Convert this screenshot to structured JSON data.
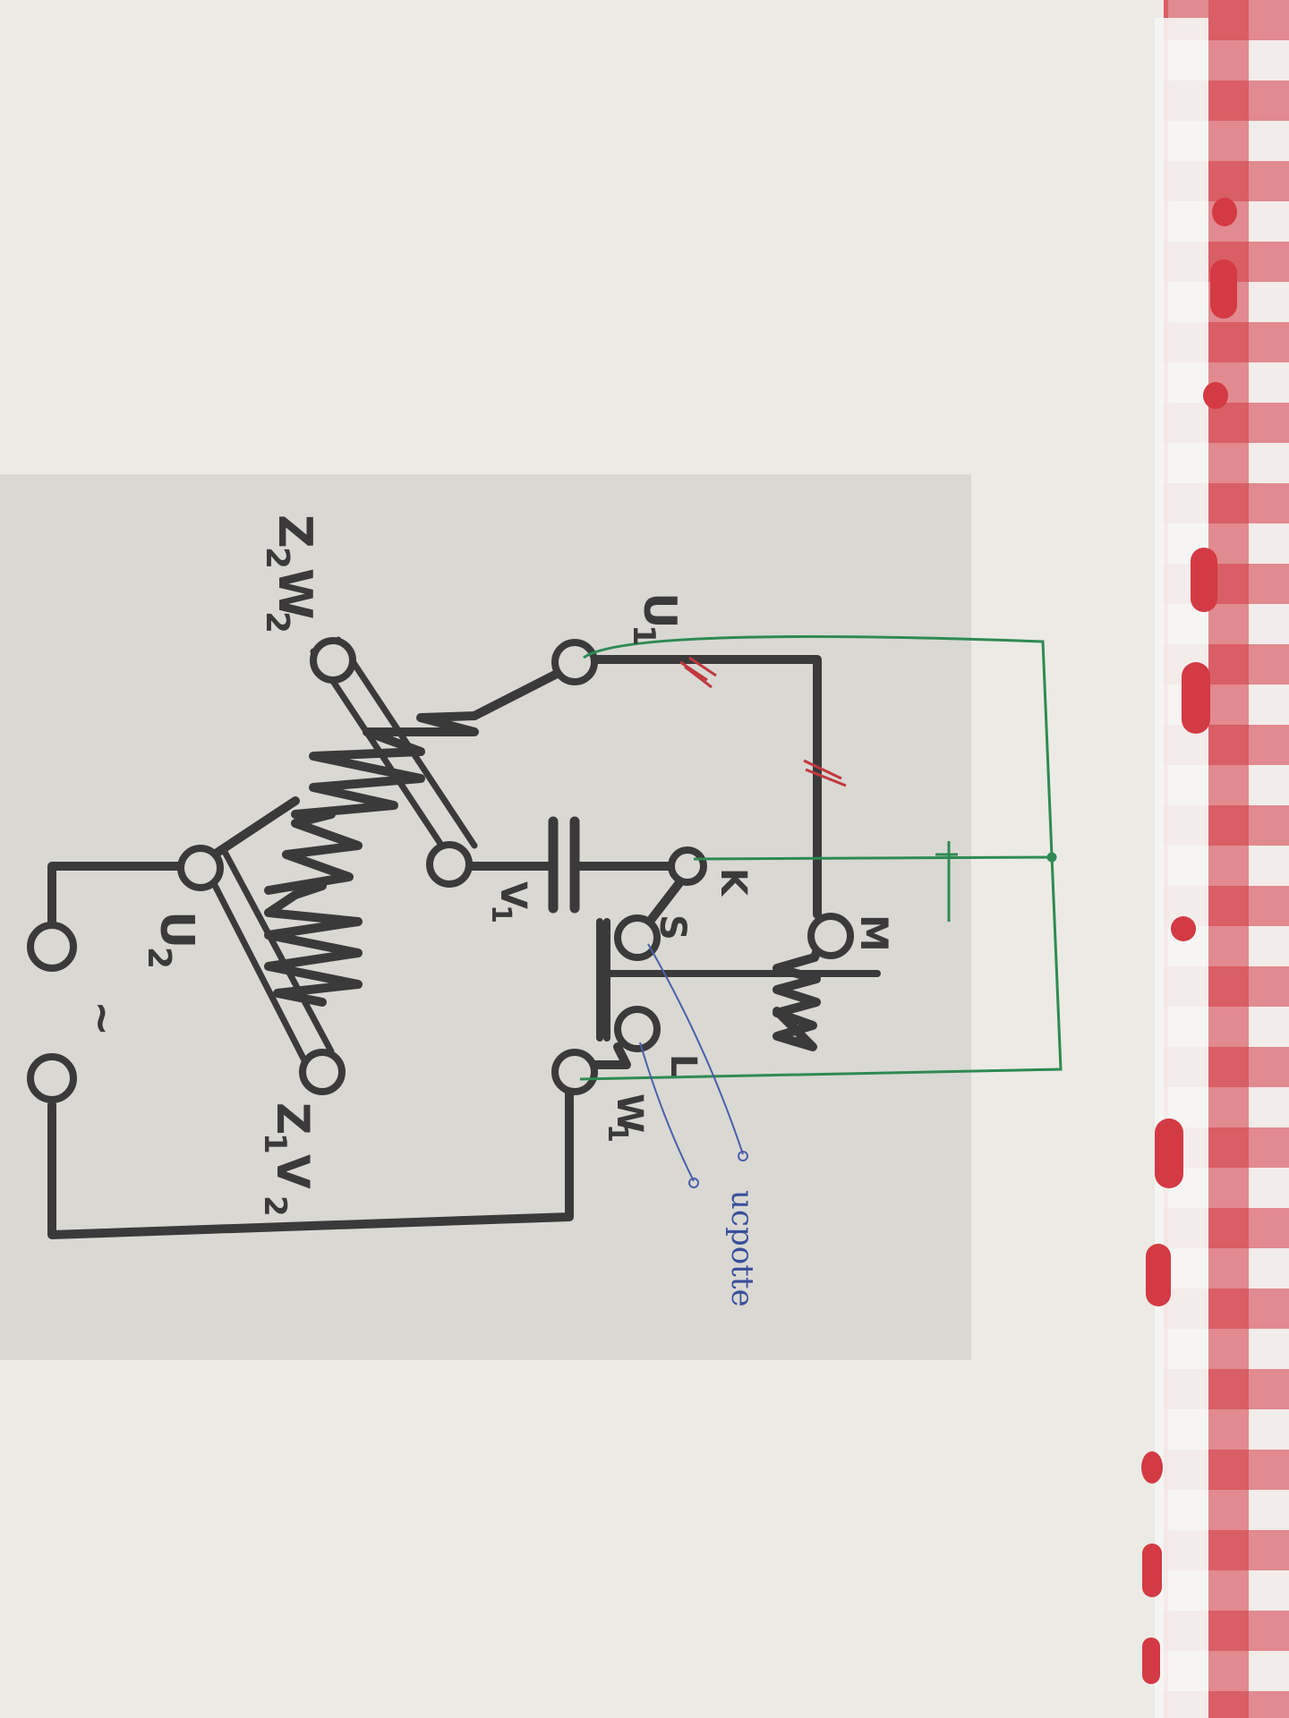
{
  "colors": {
    "paper": "#eceae5",
    "print_panel": "#d9d8d3",
    "ink": "#3a3a3a",
    "green_wire": "#2e8a52",
    "blue_pen": "#4a5fa8",
    "red_marks": "#c0393e",
    "tablecloth_red": "#d33a44",
    "tablecloth_white": "#f2ecea"
  },
  "terminals": {
    "u1": {
      "main": "U",
      "sub": "1"
    },
    "v1": {
      "main": "V",
      "sub": "1"
    },
    "w1": {
      "main": "W",
      "sub": "1"
    },
    "u2": {
      "main": "U",
      "sub": "2"
    },
    "z2w2": {
      "main1": "Z",
      "sub1": "2",
      "main2": "W",
      "sub2": "2"
    },
    "z1v2": {
      "main1": "Z",
      "sub1": "1",
      "main2": "V",
      "sub2": "2"
    },
    "k": "K",
    "s": "S",
    "m": "M",
    "l": "L"
  },
  "supply_symbol": "~",
  "handwritten_note": "ucpotte",
  "icons": [
    "capacitor-icon",
    "winding-icon",
    "relay-coil-icon",
    "terminal-icon"
  ]
}
